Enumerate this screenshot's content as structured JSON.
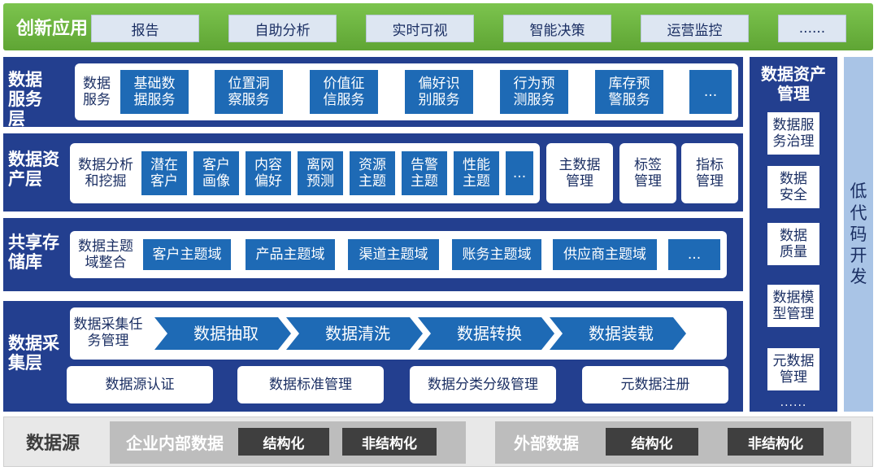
{
  "top": {
    "title": "创新应用",
    "items": [
      "报告",
      "自助分析",
      "实时可视",
      "智能决策",
      "运营监控",
      "......"
    ]
  },
  "service_layer": {
    "title": "数据服务层",
    "panel_label": "数据服务",
    "items": [
      "基础数据服务",
      "位置洞察服务",
      "价值征信服务",
      "偏好识别服务",
      "行为预测服务",
      "库存预警服务",
      "..."
    ]
  },
  "asset_layer": {
    "title": "数据资产层",
    "panel_label": "数据分析和挖掘",
    "items": [
      "潜在客户",
      "客户画像",
      "内容偏好",
      "离网预测",
      "资源主题",
      "告警主题",
      "性能主题",
      "..."
    ],
    "side_items": [
      "主数据管理",
      "标签管理",
      "指标管理"
    ]
  },
  "storage_layer": {
    "title": "共享存储库",
    "panel_label": "数据主题域整合",
    "items": [
      "客户主题域",
      "产品主题域",
      "渠道主题域",
      "账务主题域",
      "供应商主题域",
      "..."
    ]
  },
  "collect_layer": {
    "title": "数据采集层",
    "panel_label": "数据采集任务管理",
    "steps": [
      "数据抽取",
      "数据清洗",
      "数据转换",
      "数据装载"
    ],
    "bottom_items": [
      "数据源认证",
      "数据标准管理",
      "数据分类分级管理",
      "元数据注册"
    ]
  },
  "asset_mgmt": {
    "title": "数据资产管理",
    "items": [
      "数据服务治理",
      "数据安全",
      "数据质量",
      "数据模型管理",
      "元数据管理"
    ],
    "more": "......"
  },
  "lowcode": {
    "label": "低代码开发"
  },
  "data_source": {
    "title": "数据源",
    "internal": {
      "label": "企业内部数据",
      "tags": [
        "结构化",
        "非结构化"
      ]
    },
    "external": {
      "label": "外部数据",
      "tags": [
        "结构化",
        "非结构化"
      ]
    }
  },
  "colors": {
    "top_green": "#6db33f",
    "layer_navy": "#233f8f",
    "box_blue": "#1e6ab5",
    "lowcode_blue": "#a9c4e6",
    "source_gray": "#e8e8e8"
  }
}
